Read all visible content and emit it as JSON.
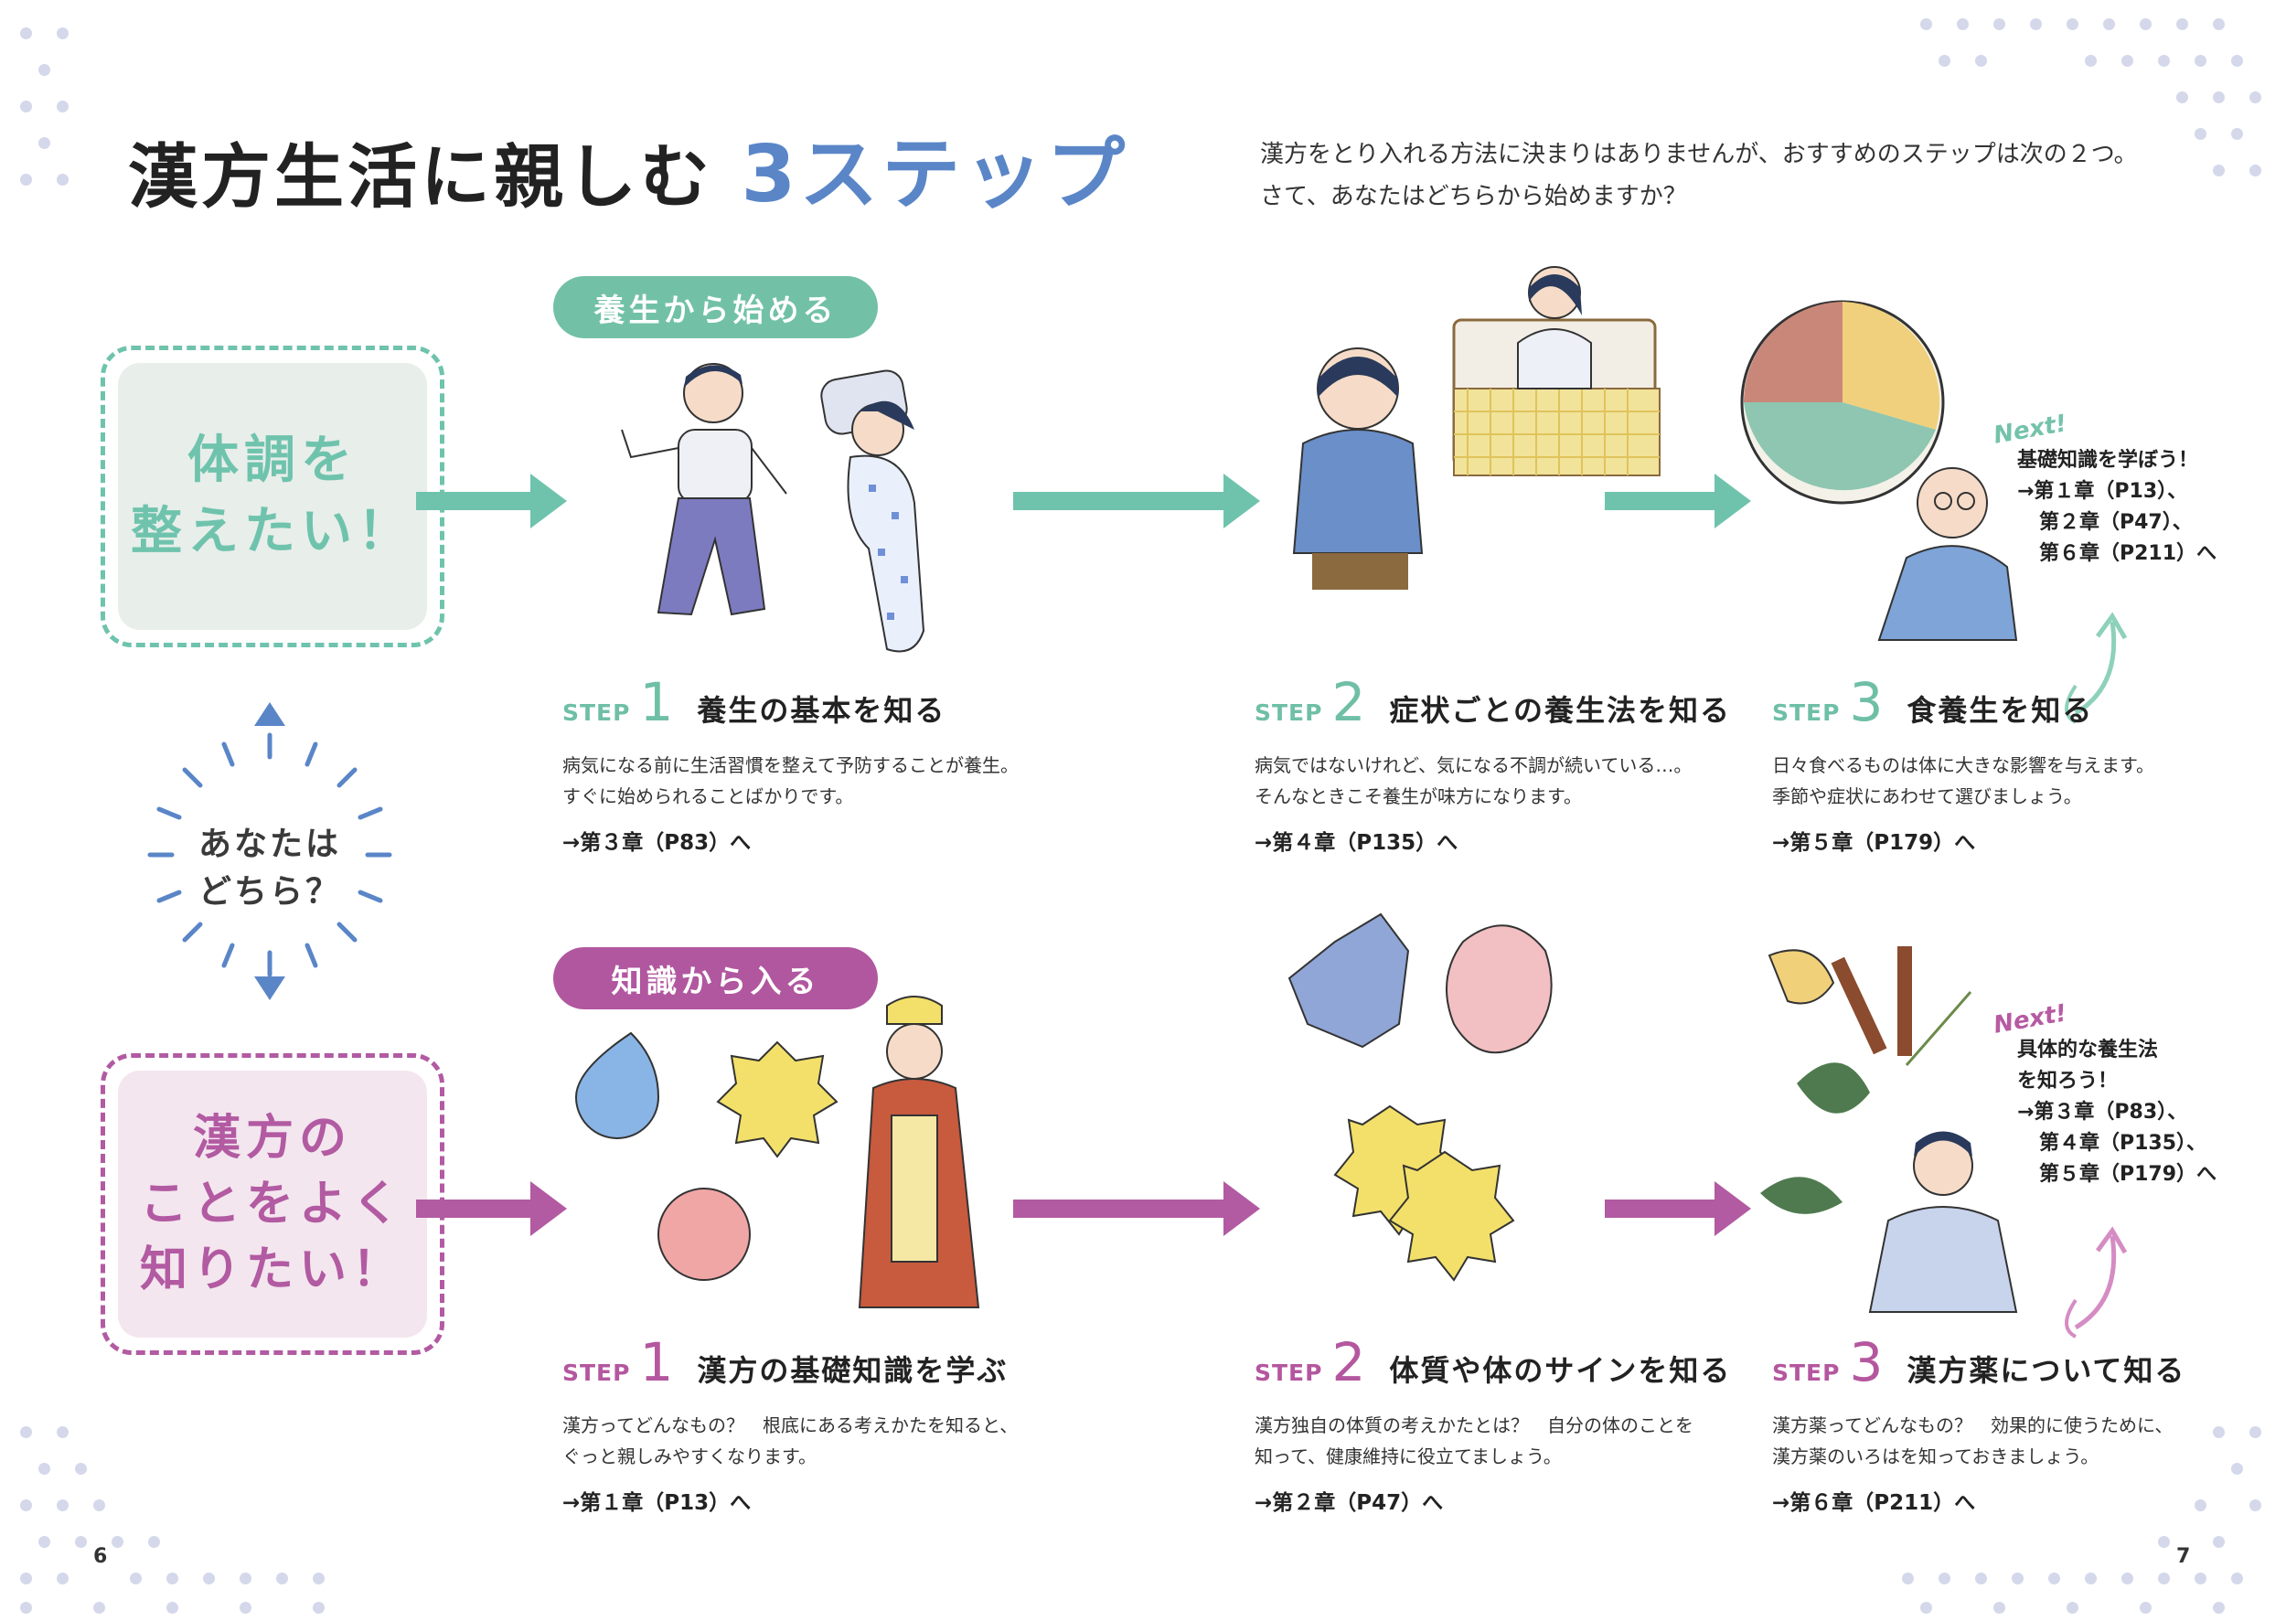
{
  "header": {
    "title_main": "漢方生活に親しむ",
    "title_accent": "3ステップ",
    "intro_line1": "漢方をとり入れる方法に決まりはありませんが、おすすめのステップは次の２つ。",
    "intro_line2": "さて、あなたはどちらから始めますか？"
  },
  "choices": {
    "a_line1": "体調を",
    "a_line2": "整えたい！",
    "b_line1": "漢方の",
    "b_line2": "ことをよく",
    "b_line3": "知りたい！",
    "question_line1": "あなたは",
    "question_line2": "どちら？"
  },
  "routes": {
    "a_label": "養生から始める",
    "b_label": "知識から入る"
  },
  "steps_a": [
    {
      "word": "STEP",
      "num": "1",
      "title": "養生の基本を知る",
      "desc1": "病気になる前に生活習慣を整えて予防することが養生。",
      "desc2": "すぐに始められることばかりです。",
      "ref": "→第３章（P83）へ"
    },
    {
      "word": "STEP",
      "num": "2",
      "title": "症状ごとの養生法を知る",
      "desc1": "病気ではないけれど、気になる不調が続いている…。",
      "desc2": "そんなときこそ養生が味方になります。",
      "ref": "→第４章（P135）へ"
    },
    {
      "word": "STEP",
      "num": "3",
      "title": "食養生を知る",
      "desc1": "日々食べるものは体に大きな影響を与えます。",
      "desc2": "季節や症状にあわせて選びましょう。",
      "ref": "→第５章（P179）へ"
    }
  ],
  "steps_b": [
    {
      "word": "STEP",
      "num": "1",
      "title": "漢方の基礎知識を学ぶ",
      "desc1": "漢方ってどんなもの？　根底にある考えかたを知ると、",
      "desc2": "ぐっと親しみやすくなります。",
      "ref": "→第１章（P13）へ"
    },
    {
      "word": "STEP",
      "num": "2",
      "title": "体質や体のサインを知る",
      "desc1": "漢方独自の体質の考えかたとは？　自分の体のことを",
      "desc2": "知って、健康維持に役立てましょう。",
      "ref": "→第２章（P47）へ"
    },
    {
      "word": "STEP",
      "num": "3",
      "title": "漢方薬について知る",
      "desc1": "漢方薬ってどんなもの？　効果的に使うために、",
      "desc2": "漢方薬のいろはを知っておきましょう。",
      "ref": "→第６章（P211）へ"
    }
  ],
  "next_a": {
    "tag": "Next!",
    "line1": "基礎知識を学ぼう！",
    "line2": "→第１章（P13）、",
    "line3": "第２章（P47）、",
    "line4": "第６章（P211）へ"
  },
  "next_b": {
    "tag": "Next!",
    "line1": "具体的な養生法",
    "line2": "を知ろう！",
    "line3": "→第３章（P83）、",
    "line4": "第４章（P135）、",
    "line5": "第５章（P179）へ"
  },
  "pages": {
    "left": "6",
    "right": "7"
  },
  "colors": {
    "green": "#6fc3ad",
    "pink": "#b25aa2",
    "blue": "#5a86c8"
  }
}
